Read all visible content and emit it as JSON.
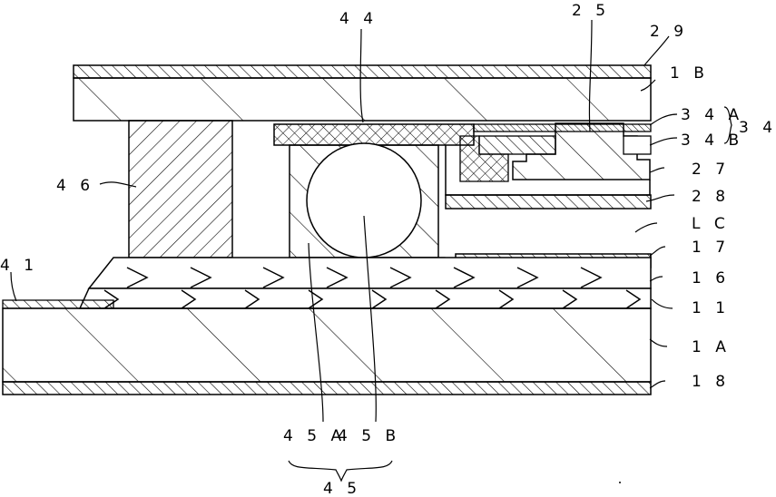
{
  "labels": {
    "l44": "4 4",
    "l25": "2 5",
    "l29": "2 9",
    "l1B": "1 B",
    "l34A": "3 4 A",
    "l34": "3 4",
    "l34B": "3 4 B",
    "l46": "4 6",
    "l27": "2 7",
    "l28": "2 8",
    "lLC": "L C",
    "l41": "4 1",
    "l17": "1 7",
    "l16": "1 6",
    "l11": "1 1",
    "l1A": "1 A",
    "l18": "1 8",
    "l45A": "4 5 A",
    "l45B": "4 5 B",
    "l45": "4 5"
  },
  "colors": {
    "line": "#000000",
    "background": "#ffffff"
  }
}
